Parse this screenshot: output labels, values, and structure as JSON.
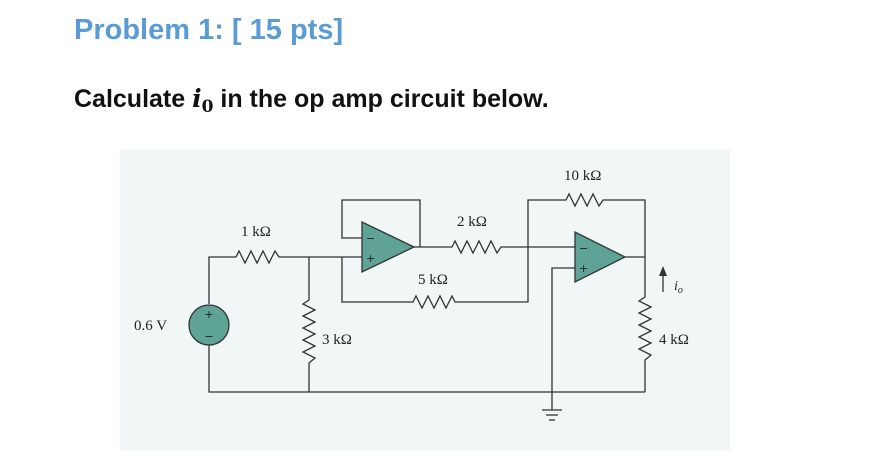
{
  "problem": {
    "title": "Problem 1: [ 15 pts]",
    "statement_prefix": "Calculate ",
    "variable": "i",
    "variable_subscript": "0",
    "statement_suffix": " in the op amp circuit below."
  },
  "circuit": {
    "colors": {
      "background": "#f1f7f7",
      "wire": "#333333",
      "opamp_fill": "#5fa396",
      "source_fill": "#5fa396"
    },
    "source_label": "0.6 V",
    "source_plus": "+",
    "source_minus": "−",
    "resistors": {
      "r1": "1 kΩ",
      "r2": "3 kΩ",
      "r3": "2 kΩ",
      "r4": "5 kΩ",
      "r5": "10 kΩ",
      "r6": "4 kΩ"
    },
    "opamp_minus": "−",
    "opamp_plus": "+",
    "current_label": "i",
    "current_subscript": "o"
  }
}
